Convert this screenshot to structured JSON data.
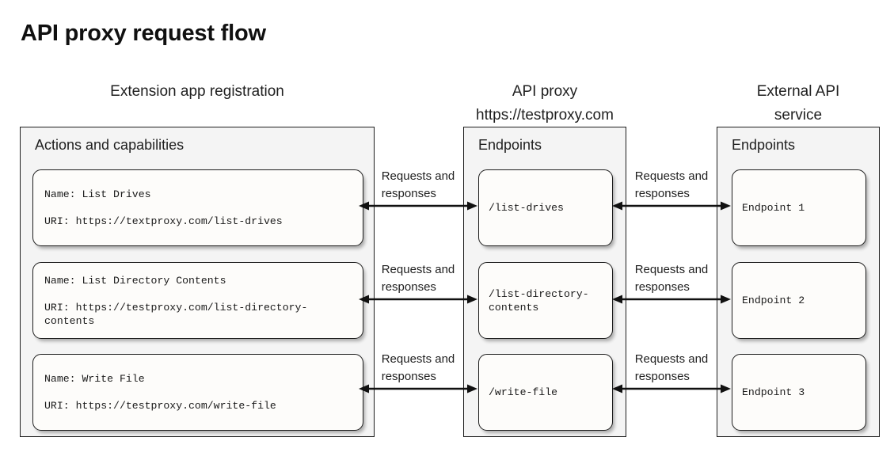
{
  "title": "API proxy request flow",
  "columns": {
    "left": {
      "header_line1": "Extension app registration",
      "header_line2": "",
      "panel_title": "Actions and capabilities",
      "cards": [
        {
          "line1": "Name: List Drives",
          "line2": "URI: https://textproxy.com/list-drives"
        },
        {
          "line1": "Name: List Directory Contents",
          "line2": "URI: https://testproxy.com/list-directory-contents"
        },
        {
          "line1": "Name: Write File",
          "line2": "URI: https://testproxy.com/write-file"
        }
      ]
    },
    "middle": {
      "header_line1": "API proxy",
      "header_line2": "https://testproxy.com",
      "panel_title": "Endpoints",
      "cards": [
        {
          "line1": "/list-drives"
        },
        {
          "line1": "/list-directory-contents"
        },
        {
          "line1": "/write-file"
        }
      ]
    },
    "right": {
      "header_line1": "External API",
      "header_line2": "service",
      "panel_title": "Endpoints",
      "cards": [
        {
          "line1": "Endpoint 1"
        },
        {
          "line1": "Endpoint 2"
        },
        {
          "line1": "Endpoint 3"
        }
      ]
    }
  },
  "connectors": {
    "label_line1": "Requests and",
    "label_line2": "responses",
    "arrow_type": "double-headed"
  },
  "colors": {
    "panel_background": "#f4f4f4",
    "card_background": "#fdfcfa",
    "stroke": "#1d1d1d",
    "text": "#1a1a1a",
    "page_background": "#ffffff"
  }
}
